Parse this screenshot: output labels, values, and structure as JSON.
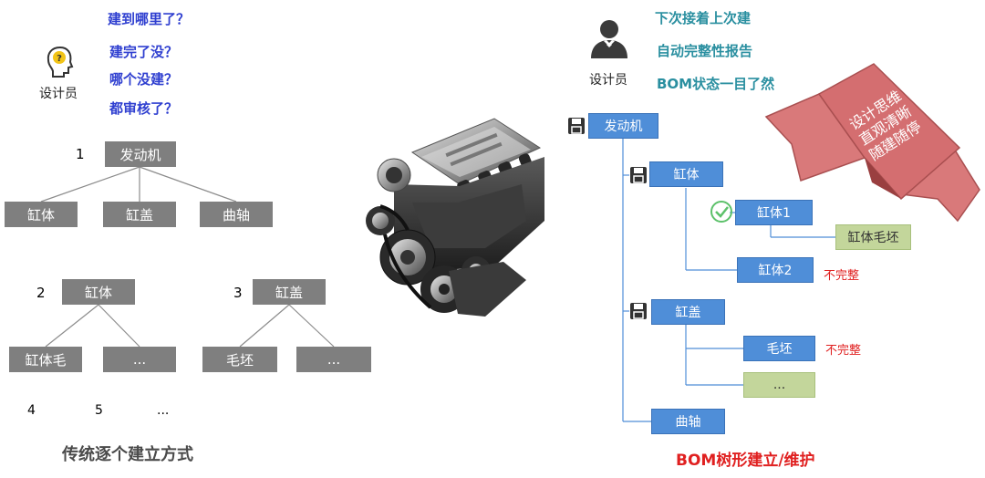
{
  "left": {
    "designer_label": "设计员",
    "questions": [
      "建到哪里了？",
      "建完了没？",
      "哪个没建？",
      "都审核了？"
    ],
    "tree1": {
      "num": "1",
      "root": "发动机",
      "children": [
        "缸体",
        "缸盖",
        "曲轴"
      ]
    },
    "tree2": {
      "num": "2",
      "root": "缸体",
      "children": [
        "缸体毛",
        "..."
      ]
    },
    "tree3": {
      "num": "3",
      "root": "缸盖",
      "children": [
        "毛坯",
        "..."
      ]
    },
    "more_nums": [
      "4",
      "5",
      "..."
    ],
    "caption": "传统逐个建立方式"
  },
  "right": {
    "designer_label": "设计员",
    "features": [
      "下次接着上次建",
      "自动完整性报告",
      "BOM状态一目了然"
    ],
    "ribbon_lines": [
      "设计思维",
      "直观清晰",
      "随建随停"
    ],
    "tree": {
      "root": "发动机",
      "n_block": "缸体",
      "n_block1": "缸体1",
      "n_block1_blank": "缸体毛坯",
      "n_block2": "缸体2",
      "n_block2_status": "不完整",
      "n_head": "缸盖",
      "n_head_blank": "毛坯",
      "n_head_blank_status": "不完整",
      "n_head_more": "...",
      "n_crank": "曲轴"
    },
    "caption": "BOM树形建立/维护"
  },
  "colors": {
    "gray_box": "#7f7f7f",
    "blue_box": "#4f8ed8",
    "green_box": "#c3d69b",
    "question": "#2f3fd0",
    "feature": "#2a8fa0",
    "status": "#e02020",
    "ribbon": "#d9797a"
  }
}
